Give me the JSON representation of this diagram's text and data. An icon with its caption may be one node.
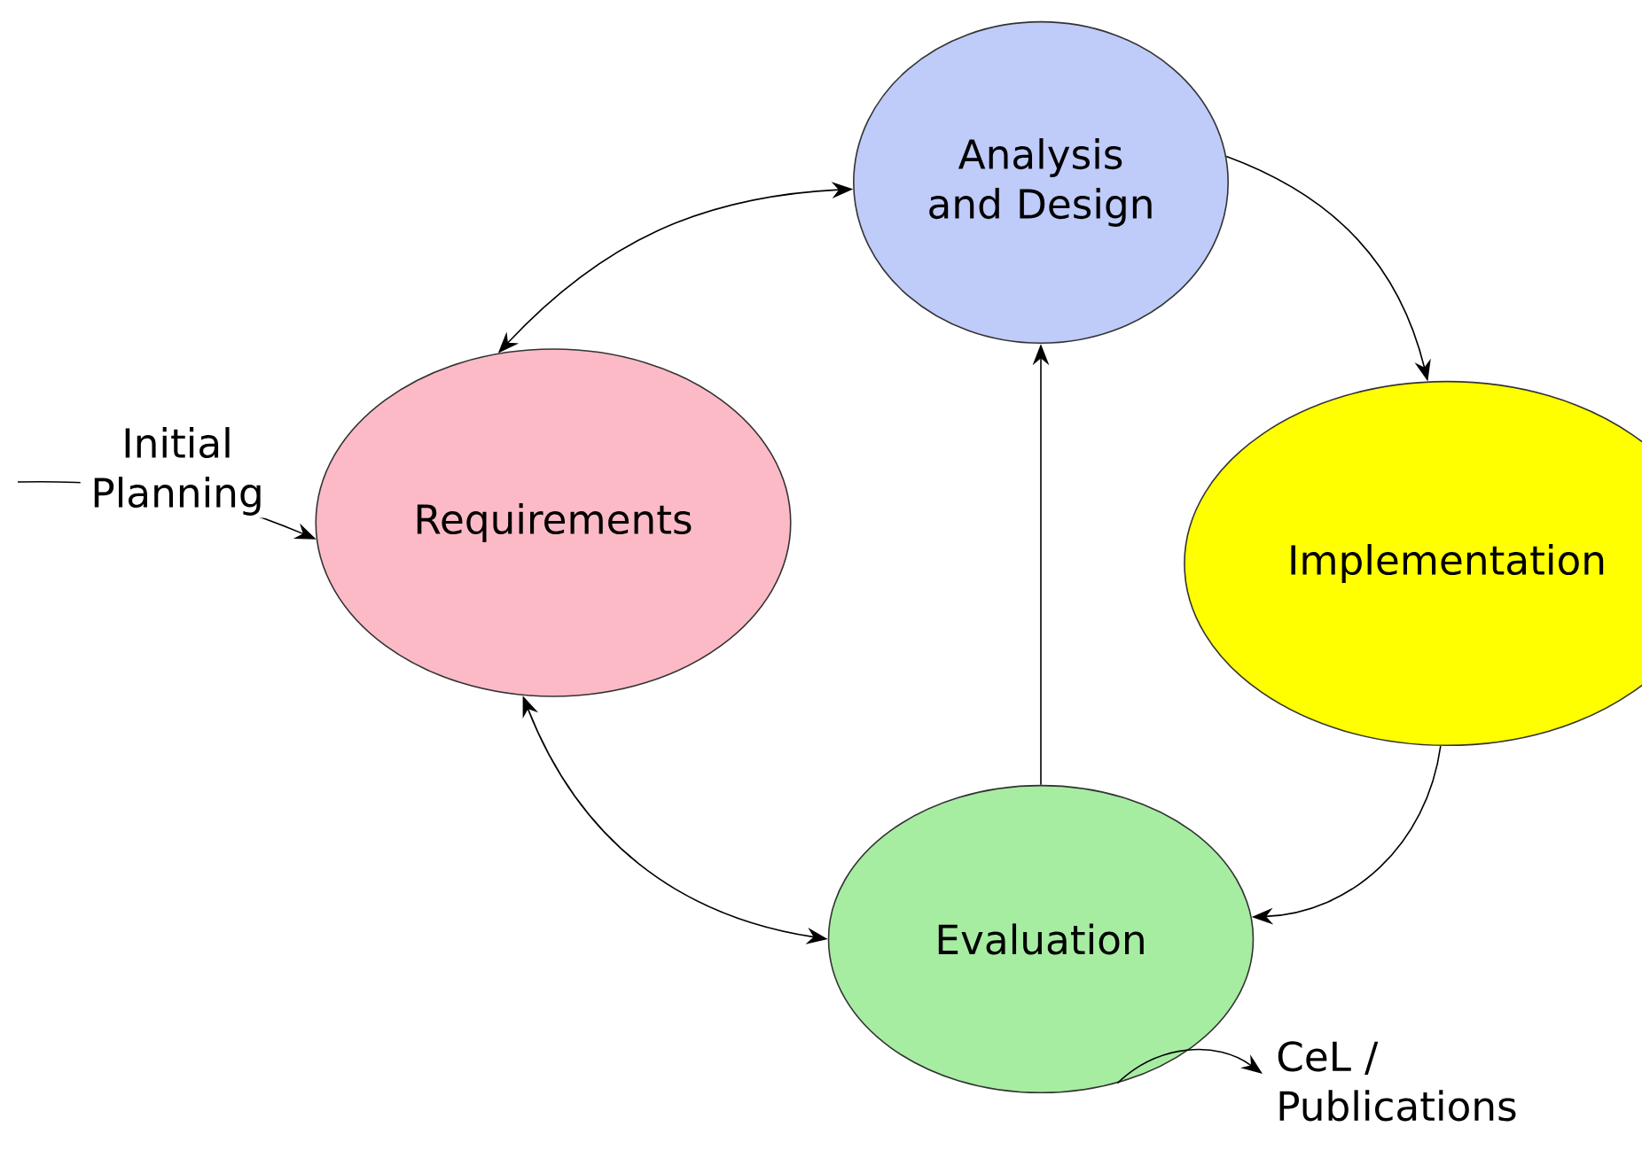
{
  "diagram": {
    "nodes": [
      {
        "text": [
          "Analysis and Design"
        ]
      },
      {
        "text": [
          "Requirements"
        ]
      },
      {
        "text": [
          "Implementation"
        ]
      },
      {
        "text": [
          "Evaluation"
        ]
      }
    ],
    "edges": [
      {
        "from": 0,
        "to": 1,
        "arrow": "both"
      },
      {
        "from": 0,
        "to": 2,
        "arrow": "to"
      },
      {
        "from": 2,
        "to": 3,
        "arrow": "to"
      },
      {
        "from": 3,
        "to": 0,
        "arrow": "to"
      },
      {
        "from": 1,
        "to": 3,
        "arrow": "both"
      },
      {
        "from": null,
        "to": 1,
        "arrow": "to",
        "label": "Initial Planning"
      },
      {
        "from": 3,
        "to": null,
        "arrow": "to",
        "label": "CeL / Publications"
      }
    ]
  }
}
